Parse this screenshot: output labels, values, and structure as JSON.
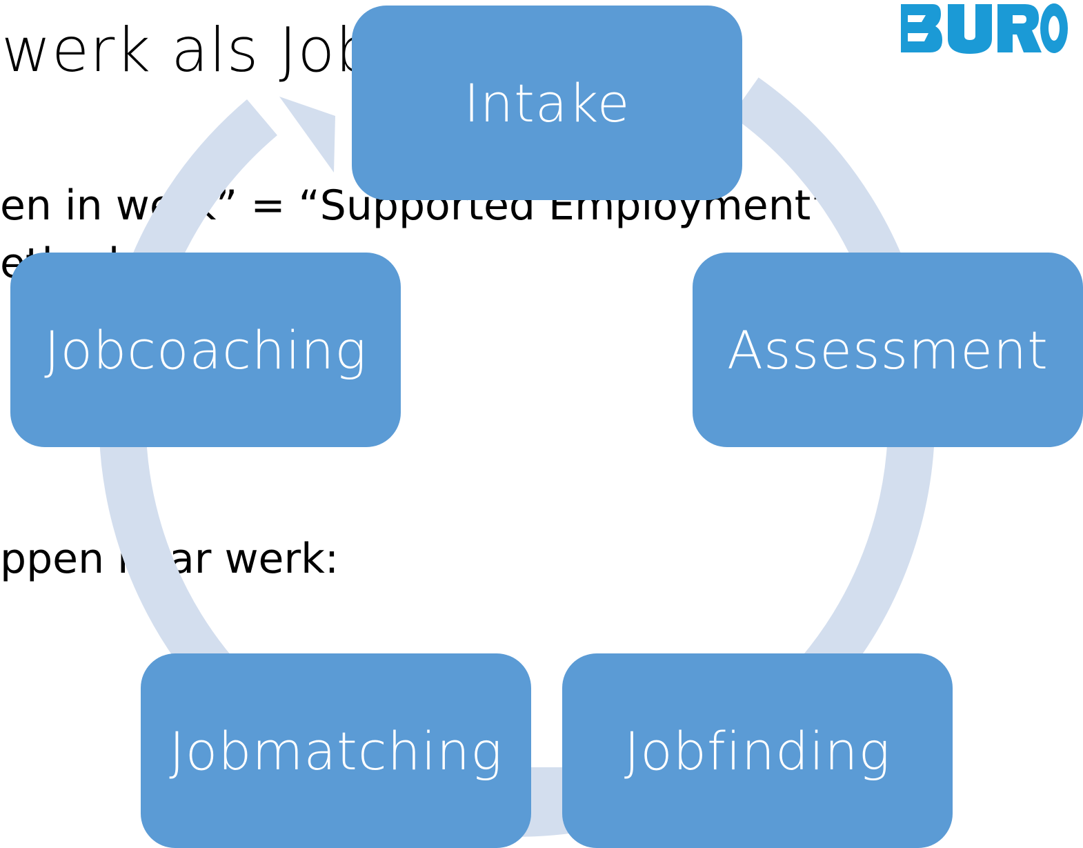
{
  "slide": {
    "title": "werk als Jobcoach?",
    "lines": [
      "en in werk” = “Supported Employment”.",
      "ethode.",
      "ppen naar werk:"
    ]
  },
  "cycle": {
    "steps": [
      {
        "label": "Intake"
      },
      {
        "label": "Assessment"
      },
      {
        "label": "Jobfinding"
      },
      {
        "label": "Jobmatching"
      },
      {
        "label": "Jobcoaching"
      }
    ],
    "box_color": "#5b9bd5",
    "ring_color": "#d3deee",
    "text_color": "#ffffff"
  },
  "logo": {
    "text": "BURO",
    "color": "#1b9ad6",
    "icon": "buro-logo"
  }
}
